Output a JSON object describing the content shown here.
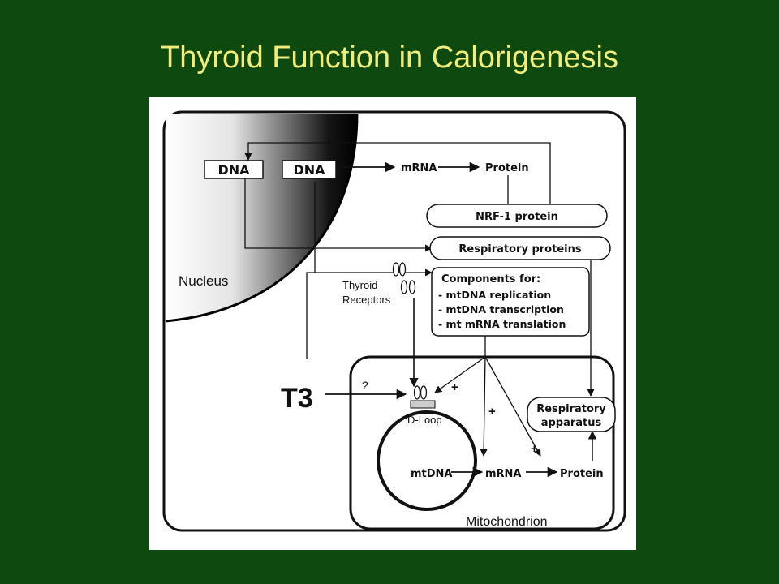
{
  "slide": {
    "title": "Thyroid Function in Calorigenesis",
    "colors": {
      "background": "#0e4a10",
      "title": "#f2ec7a",
      "panel": "#ffffff"
    }
  },
  "diagram": {
    "nucleus_label": "Nucleus",
    "dna_left": "DNA",
    "dna_right": "DNA",
    "nuclear_mrna": "mRNA",
    "nuclear_protein": "Protein",
    "nrf1": "NRF-1 protein",
    "respiratory_proteins": "Respiratory proteins",
    "components": {
      "heading": "Components for:",
      "items": [
        "- mtDNA replication",
        "- mtDNA transcription",
        "- mt mRNA translation"
      ]
    },
    "thyroid_receptors": [
      "Thyroid",
      "Receptors"
    ],
    "t3": "T3",
    "question": "?",
    "plus": "+",
    "d_loop": "D-Loop",
    "mtdna": "mtDNA",
    "mito_mrna": "mRNA",
    "mito_protein": "Protein",
    "respiratory_apparatus": [
      "Respiratory",
      "apparatus"
    ],
    "mitochondrion": "Mitochondrion"
  }
}
